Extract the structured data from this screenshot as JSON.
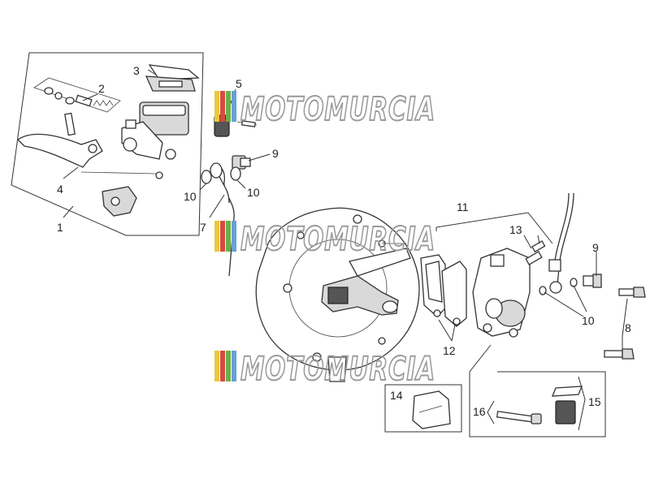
{
  "watermark": {
    "text": "MOTOMURCIA",
    "colors": [
      "#e8c840",
      "#d94a3a",
      "#6ab04c",
      "#6a9fd8"
    ]
  },
  "callouts": {
    "c1": "1",
    "c2": "2",
    "c3": "3",
    "c4": "4",
    "c5": "5",
    "c7": "7",
    "c8": "8",
    "c9a": "9",
    "c9b": "9",
    "c10a": "10",
    "c10b": "10",
    "c10c": "10",
    "c11": "11",
    "c12": "12",
    "c13": "13",
    "c14": "14",
    "c15": "15",
    "c16": "16"
  }
}
